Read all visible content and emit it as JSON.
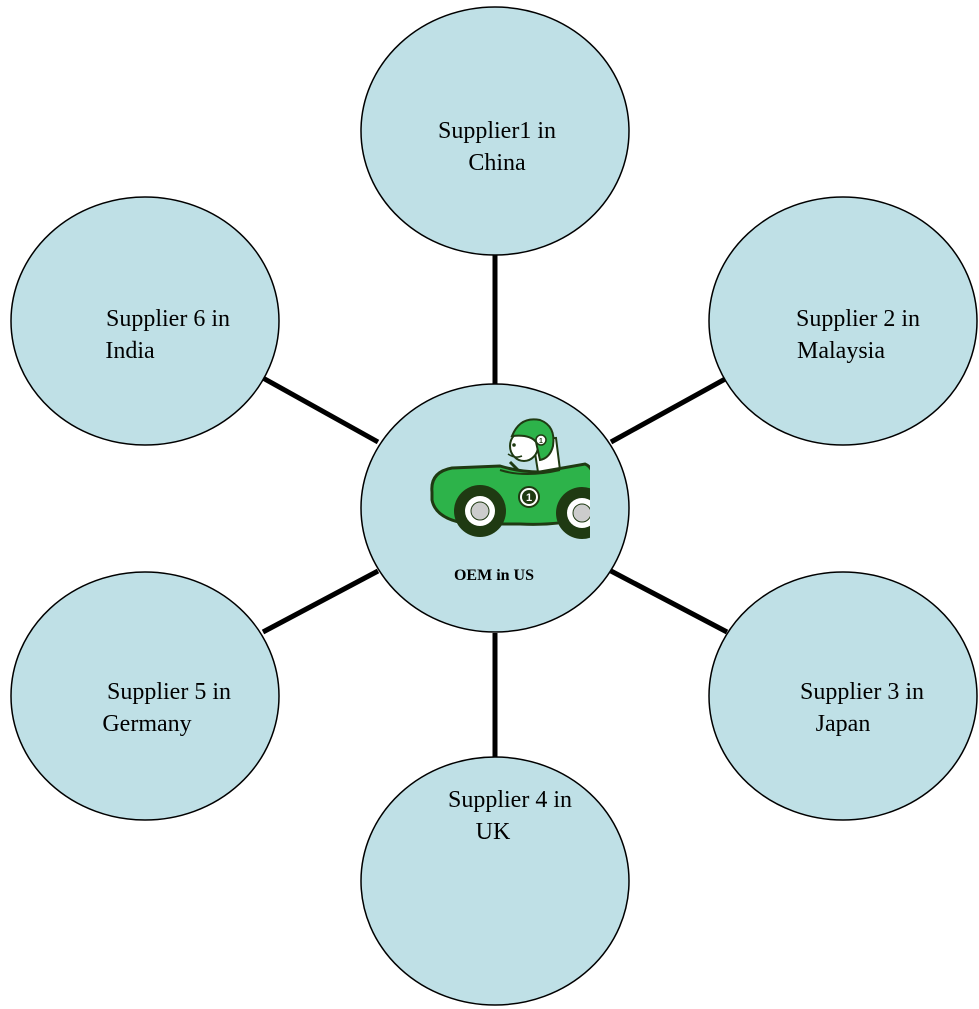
{
  "center": {
    "label": "OEM in US",
    "icon": "race-car-icon",
    "badge": "1"
  },
  "suppliers": [
    {
      "line1": "Supplier1 in",
      "line2": "China"
    },
    {
      "line1": "Supplier 2 in",
      "line2": "Malaysia"
    },
    {
      "line1": "Supplier 3 in",
      "line2": "Japan"
    },
    {
      "line1": "Supplier 4 in",
      "line2": "UK"
    },
    {
      "line1": "Supplier 5 in",
      "line2": "Germany"
    },
    {
      "line1": "Supplier 6 in",
      "line2": "India"
    }
  ],
  "colors": {
    "node_fill": "#bfe0e6",
    "node_stroke": "#000000",
    "connector": "#000000",
    "car_body": "#2db34a",
    "car_dark": "#1f3a12"
  }
}
